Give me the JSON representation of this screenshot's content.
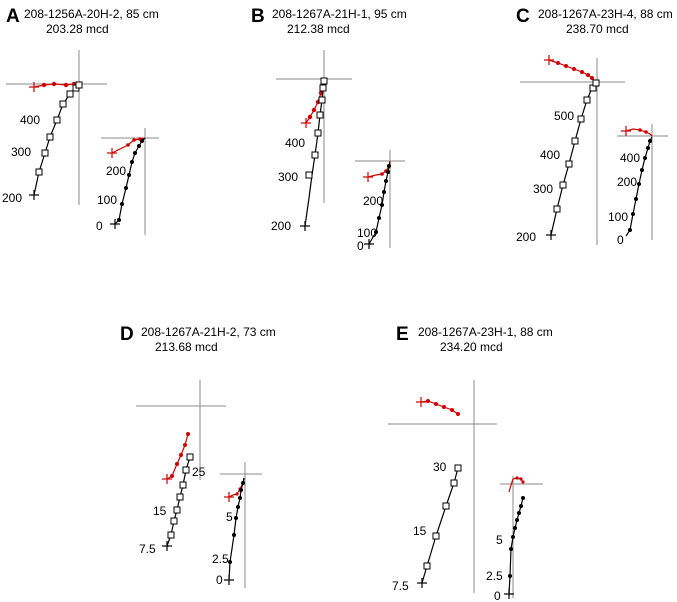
{
  "panels": [
    {
      "id": "A",
      "letter": "A",
      "title": "208-1256A-20H-2, 85 cm",
      "depth": "203.28 mcd",
      "left_ticks": [
        "400",
        "300",
        "200"
      ],
      "right_ticks": [
        "200",
        "100",
        "0"
      ]
    },
    {
      "id": "B",
      "letter": "B",
      "title": "208-1267A-21H-1, 95 cm",
      "depth": "212.38 mcd",
      "left_ticks": [
        "400",
        "300",
        "200"
      ],
      "right_ticks": [
        "200",
        "100",
        "0"
      ]
    },
    {
      "id": "C",
      "letter": "C",
      "title": "208-1267A-23H-4, 88 cm",
      "depth": "238.70 mcd",
      "left_ticks": [
        "500",
        "400",
        "300",
        "200"
      ],
      "right_ticks": [
        "400",
        "200",
        "100",
        "0"
      ]
    },
    {
      "id": "D",
      "letter": "D",
      "title": "208-1267A-21H-2, 73 cm",
      "depth": "213.68 mcd",
      "left_ticks": [
        "25",
        "15",
        "7.5"
      ],
      "right_ticks": [
        "5",
        "2.5",
        "0"
      ]
    },
    {
      "id": "E",
      "letter": "E",
      "title": "208-1267A-23H-1, 88 cm",
      "depth": "234.20 mcd",
      "left_ticks": [
        "30",
        "15",
        "7.5"
      ],
      "right_ticks": [
        "5",
        "2.5",
        "0"
      ]
    }
  ],
  "colors": {
    "horizontal_projection": "#d00000",
    "vertical_projection": "#000000",
    "axes": "#888888"
  }
}
